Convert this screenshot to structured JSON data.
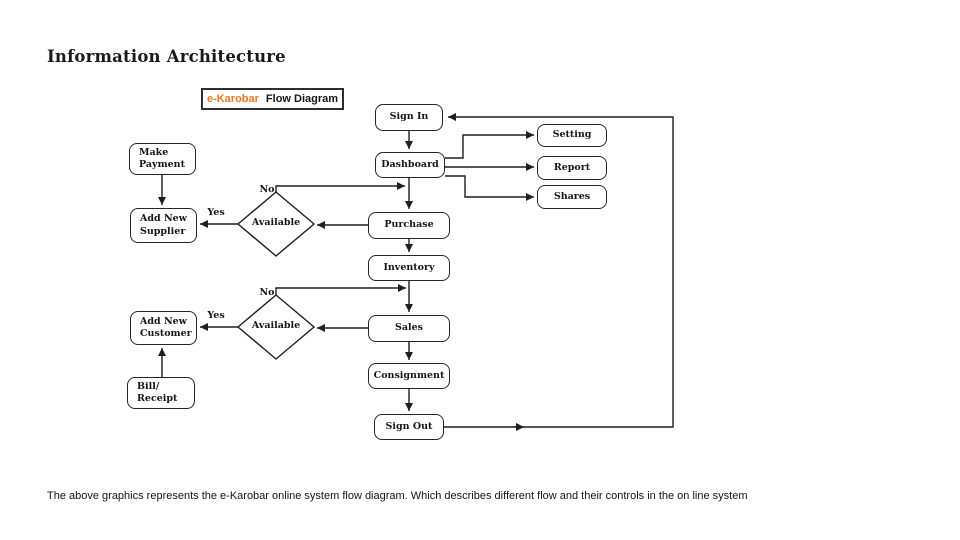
{
  "page": {
    "title": "Information Architecture",
    "caption": "The above graphics represents the e-Karobar online system flow diagram. Which describes different flow and their controls in the on line system"
  },
  "legend": {
    "brand": "e-Karobar",
    "label": "Flow Diagram"
  },
  "colors": {
    "accent": "#E87722",
    "line": "#1F1F1F",
    "box_fill": "#FFFFFF"
  },
  "nodes": {
    "sign_in": "Sign In",
    "dashboard": "Dashboard",
    "setting": "Setting",
    "report": "Report",
    "shares": "Shares",
    "purchase": "Purchase",
    "inventory": "Inventory",
    "sales": "Sales",
    "consignment": "Consignment",
    "sign_out": "Sign Out",
    "make_payment": "Make\nPayment",
    "add_new_supplier": "Add New\nSupplier",
    "add_new_customer": "Add New\nCustomer",
    "bill_receipt": "Bill/\nReceipt",
    "available_1": "Available",
    "available_2": "Available"
  },
  "edge_labels": {
    "yes_1": "Yes",
    "no_1": "No",
    "yes_2": "Yes",
    "no_2": "No"
  }
}
